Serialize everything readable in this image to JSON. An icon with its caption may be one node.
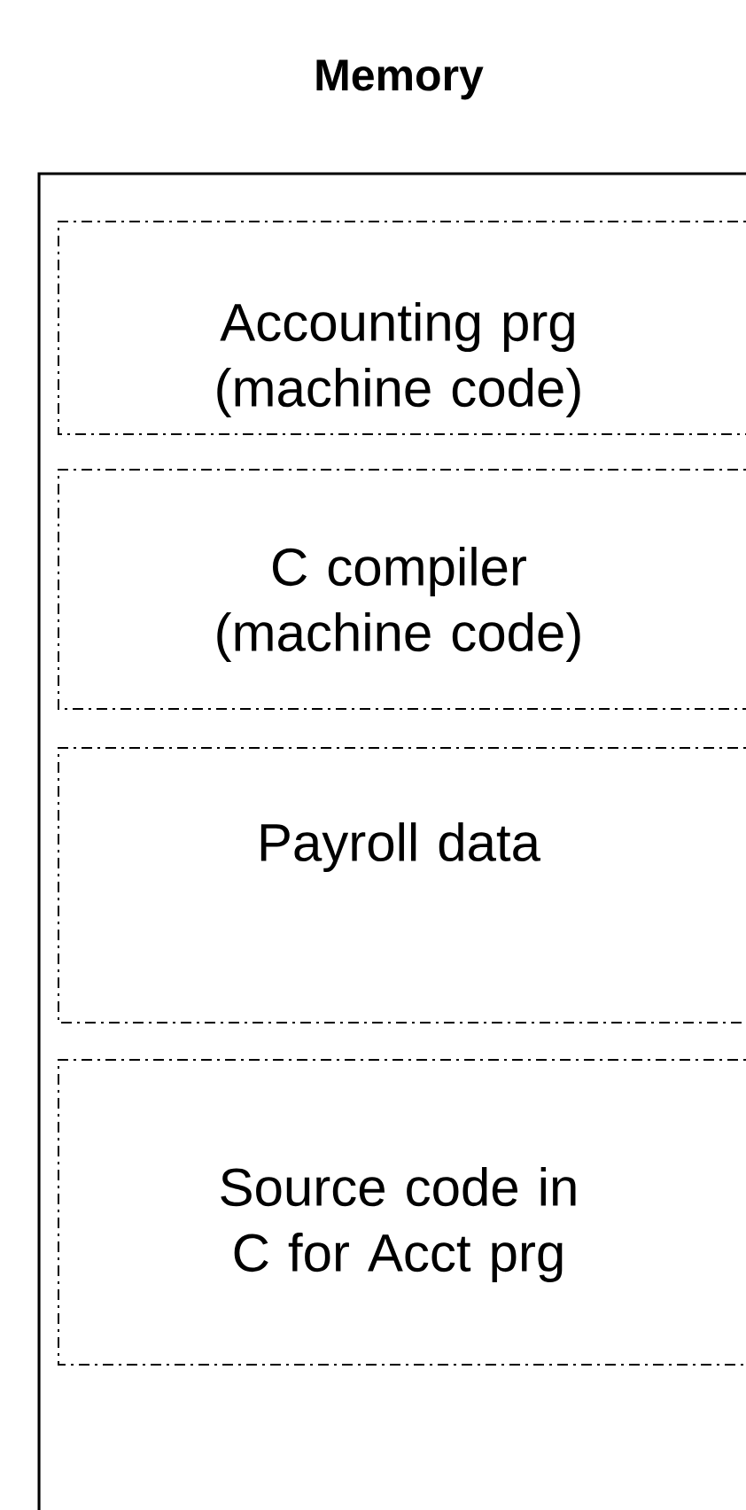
{
  "diagram": {
    "nodes": [
      {
        "text": [
          "Memory"
        ]
      },
      {
        "text": [
          "Accounting prg (machine code)"
        ],
        "in": 0
      },
      {
        "text": [
          "C compiler (machine code)"
        ],
        "in": 0
      },
      {
        "text": [
          "Payroll data"
        ],
        "in": 0
      },
      {
        "text": [
          "Source code in C for Acct prg"
        ],
        "in": 0
      }
    ]
  }
}
